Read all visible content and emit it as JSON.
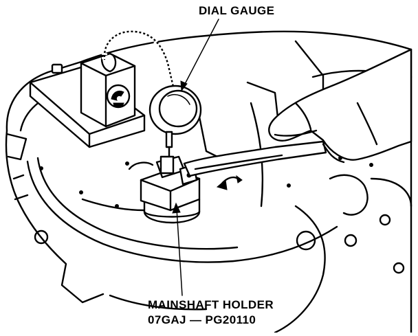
{
  "labels": {
    "dial_gauge": "DIAL GAUGE",
    "mainshaft_holder_line1": "MAINSHAFT HOLDER",
    "mainshaft_holder_line2": "07GAJ — PG20110"
  }
}
